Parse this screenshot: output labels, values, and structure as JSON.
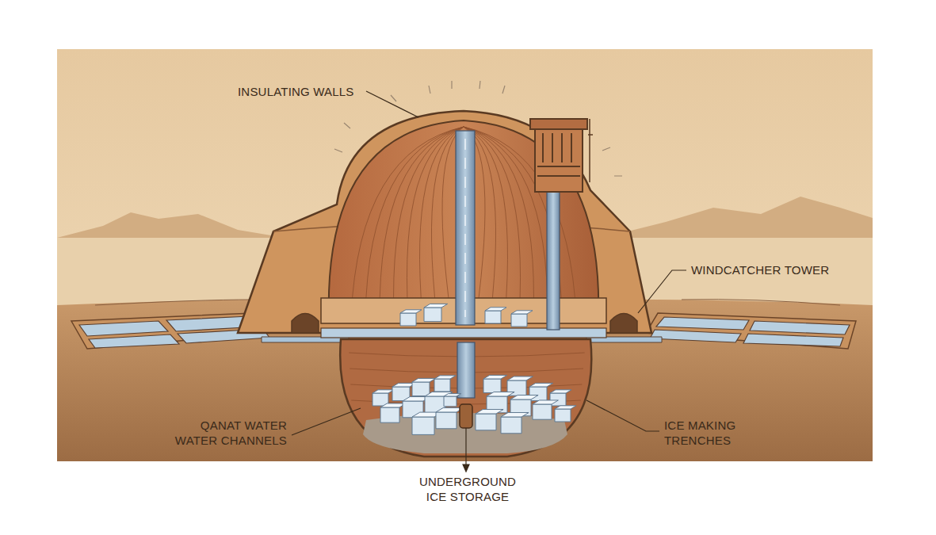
{
  "diagram": {
    "labels": [
      "INSULATING WALLS",
      "WINDCATCHER TOWER",
      "QANAT WATER WATER CHANNELS",
      "ICE MAKING TRENCHES",
      "UNDERGROUND ICE STORAGE"
    ]
  }
}
